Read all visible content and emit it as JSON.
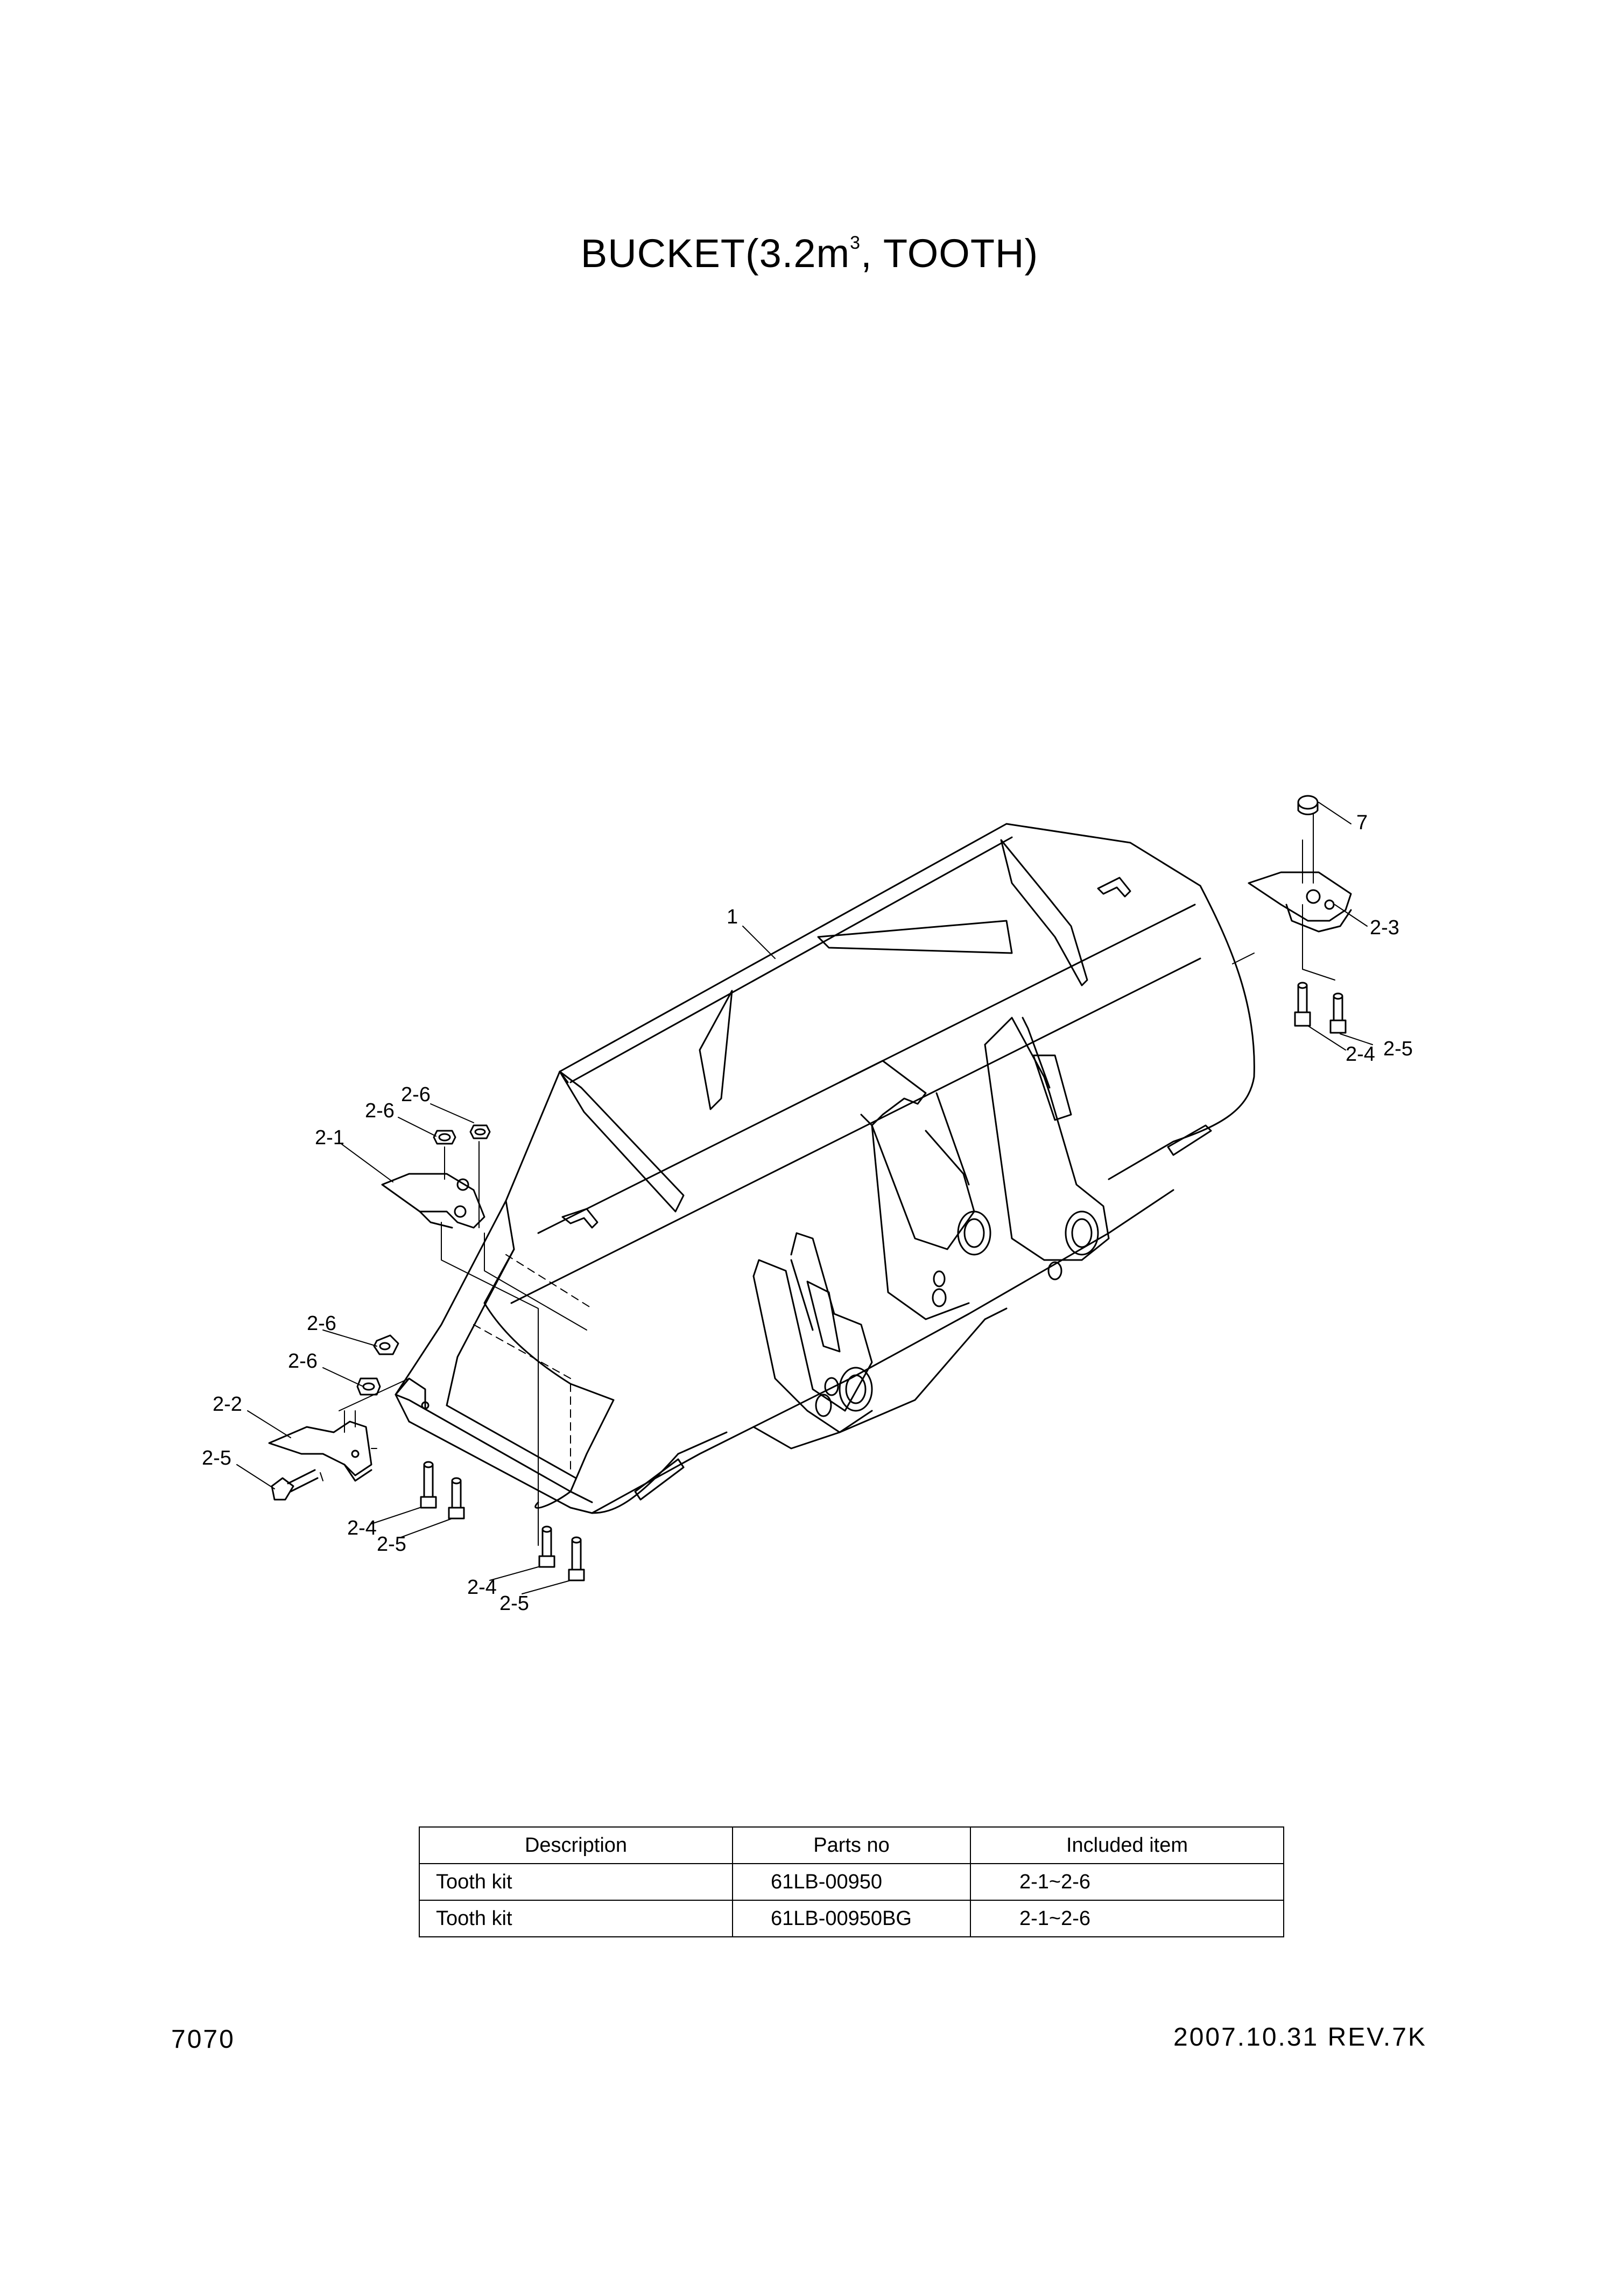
{
  "title": {
    "prefix": "BUCKET(3.2m",
    "superscript": "3",
    "suffix": ", TOOTH)"
  },
  "callouts": [
    {
      "id": "c1",
      "text": "1"
    },
    {
      "id": "c7",
      "text": "7"
    },
    {
      "id": "c23",
      "text": "2-3"
    },
    {
      "id": "c24a",
      "text": "2-4"
    },
    {
      "id": "c25a",
      "text": "2-5"
    },
    {
      "id": "c26a",
      "text": "2-6"
    },
    {
      "id": "c26b",
      "text": "2-6"
    },
    {
      "id": "c21",
      "text": "2-1"
    },
    {
      "id": "c26c",
      "text": "2-6"
    },
    {
      "id": "c26d",
      "text": "2-6"
    },
    {
      "id": "c22",
      "text": "2-2"
    },
    {
      "id": "c25b",
      "text": "2-5"
    },
    {
      "id": "c24b",
      "text": "2-4"
    },
    {
      "id": "c25c",
      "text": "2-5"
    },
    {
      "id": "c24c",
      "text": "2-4"
    },
    {
      "id": "c25d",
      "text": "2-5"
    }
  ],
  "parts_table": {
    "headers": [
      "Description",
      "Parts no",
      "Included item"
    ],
    "rows": [
      [
        "Tooth kit",
        "61LB-00950",
        "2-1~2-6"
      ],
      [
        "Tooth kit",
        "61LB-00950BG",
        "2-1~2-6"
      ]
    ]
  },
  "footer": {
    "page_number": "7070",
    "revision": "2007.10.31  REV.7K"
  }
}
